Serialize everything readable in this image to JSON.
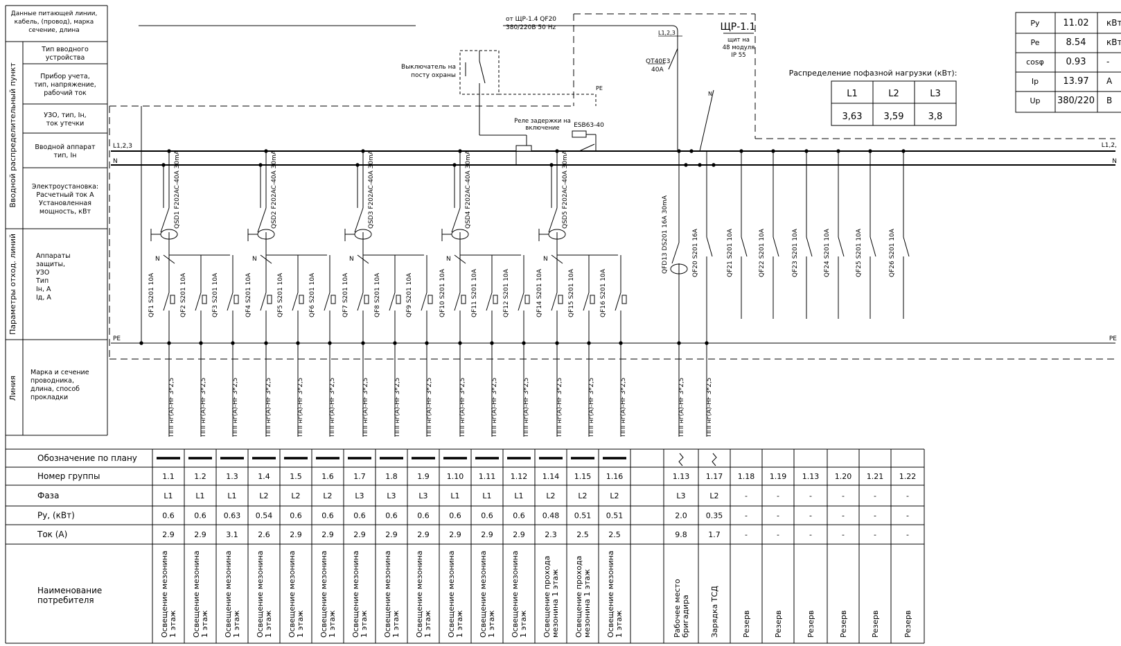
{
  "left_panel": {
    "supply": "Данные питающей линии, кабель, (провод), марка сечение, длина",
    "section_vrp": "Вводной распределительный пункт",
    "section_params": "Параметры отход. линий",
    "section_line": "Линия",
    "rows": [
      "Тип вводного устройства",
      "Прибор учета, тип, напряжение, рабочий ток",
      "УЗО, тип, Iн, ток утечки",
      "Вводной аппарат тип, Iн",
      "Электроустановка: Расчетный ток А Установленная мощность, кВт"
    ],
    "protection": [
      "Аппараты",
      "защиты,",
      "УЗО",
      "Тип",
      "Iн, А",
      "Iд, А"
    ],
    "cable": [
      "Марка и сечение",
      "проводника,",
      "длина, способ",
      "прокладки"
    ]
  },
  "feed": {
    "line1": "от ЩР-1.4 QF20",
    "line2": "380/220В 50 Hz"
  },
  "panel": {
    "title": "ЩР-1.1",
    "sub": [
      "щит на",
      "48 модуля",
      "IP 55"
    ]
  },
  "guard_switch": [
    "Выключатель на",
    "посту охраны"
  ],
  "relay": [
    "Реле задержки на",
    "включение"
  ],
  "relay_model": "ESB63-40",
  "main_switch": [
    "OT40E3",
    "40A"
  ],
  "bus": {
    "l": "L1,2,3",
    "n": "N",
    "pe": "PE",
    "l_right": "L1,2,",
    "n_right": "N",
    "pe_right": "PE"
  },
  "markers": {
    "l123": "L1,2,3",
    "pe": "PE",
    "n": "N",
    "n_small": "N"
  },
  "phase_dist": {
    "title": "Распределение пофазной нагрузки (кВт):",
    "headers": [
      "L1",
      "L2",
      "L3"
    ],
    "values": [
      "3,63",
      "3,59",
      "3,8"
    ]
  },
  "summary": [
    {
      "k": "Py",
      "v": "11.02",
      "u": "кВт"
    },
    {
      "k": "Pe",
      "v": "8.54",
      "u": "кВт"
    },
    {
      "k": "cosφ",
      "v": "0.93",
      "u": "-"
    },
    {
      "k": "Ip",
      "v": "13.97",
      "u": "А"
    },
    {
      "k": "Up",
      "v": "380/220",
      "u": "В"
    }
  ],
  "rcd": [
    "QSD1 F202AC-40A 30mA",
    "QSD2 F202AC-40A 30mA",
    "QSD3 F202AC-40A 30mA",
    "QSD4 F202AC-40A 30mA",
    "QSD5 F202AC-40A 30mA"
  ],
  "rcbo": "QFD13 DS201 16A 30mA",
  "breakers": [
    "QF1 S201 10A",
    "QF2 S201 10A",
    "QF3 S201 10A",
    "QF4 S201 10A",
    "QF5 S201 10A",
    "QF6 S201 10A",
    "QF7 S201 10A",
    "QF8 S201 10A",
    "QF9 S201 10A",
    "QF10 S201 10A",
    "QF11 S201 10A",
    "QF12 S201 10A",
    "QF14 S201 10A",
    "QF15 S201 10A",
    "QF16 S201 10A"
  ],
  "extra_breakers": [
    "QF20 S201 16A",
    "QF21 S201 10A",
    "QF22 S201 10A",
    "QF23 S201 10A",
    "QF24 S201 10A",
    "QF25 S201 10A",
    "QF26 S201 10A"
  ],
  "cable_label": "ППГнг(А)-HF 3*2,5",
  "table": {
    "row_labels": [
      "Обозначение по плану",
      "Номер группы",
      "Фаза",
      "Py, (кВт)",
      "Ток (А)",
      "Наименование потребителя"
    ],
    "groups": [
      "1.1",
      "1.2",
      "1.3",
      "1.4",
      "1.5",
      "1.6",
      "1.7",
      "1.8",
      "1.9",
      "1.10",
      "1.11",
      "1.12",
      "1.14",
      "1.15",
      "1.16",
      "",
      "1.13",
      "1.17",
      "1.18",
      "1.19",
      "1.13",
      "1.20",
      "1.21",
      "1.22"
    ],
    "phases": [
      "L1",
      "L1",
      "L1",
      "L2",
      "L2",
      "L2",
      "L3",
      "L3",
      "L3",
      "L1",
      "L1",
      "L1",
      "L2",
      "L2",
      "L2",
      "",
      "L3",
      "L2",
      "-",
      "-",
      "-",
      "-",
      "-",
      "-"
    ],
    "py": [
      "0.6",
      "0.6",
      "0.63",
      "0.54",
      "0.6",
      "0.6",
      "0.6",
      "0.6",
      "0.6",
      "0.6",
      "0.6",
      "0.6",
      "0.48",
      "0.51",
      "0.51",
      "",
      "2.0",
      "0.35",
      "-",
      "-",
      "-",
      "-",
      "-",
      "-"
    ],
    "current": [
      "2.9",
      "2.9",
      "3.1",
      "2.6",
      "2.9",
      "2.9",
      "2.9",
      "2.9",
      "2.9",
      "2.9",
      "2.9",
      "2.9",
      "2.3",
      "2.5",
      "2.5",
      "",
      "9.8",
      "1.7",
      "-",
      "-",
      "-",
      "-",
      "-",
      "-"
    ],
    "names": [
      [
        "Освещение мезонина",
        "1 этаж"
      ],
      [
        "Освещение мезонина",
        "1 этаж"
      ],
      [
        "Освещение мезонина",
        "1 этаж"
      ],
      [
        "Освещение мезонина",
        "1 этаж"
      ],
      [
        "Освещение мезонина",
        "1 этаж"
      ],
      [
        "Освещение мезонина",
        "1 этаж"
      ],
      [
        "Освещение мезонина",
        "1 этаж"
      ],
      [
        "Освещение мезонина",
        "1 этаж"
      ],
      [
        "Освещение мезонина",
        "1 этаж"
      ],
      [
        "Освещение мезонина",
        "1 этаж"
      ],
      [
        "Освещение мезонина",
        "1 этаж"
      ],
      [
        "Освещение мезонина",
        "1 этаж"
      ],
      [
        "Освещение прохода",
        "мезонина 1 этаж"
      ],
      [
        "Освещение прохода",
        "мезонина 1 этаж"
      ],
      [
        "Освещение мезонина",
        "1 этаж"
      ],
      [],
      [
        "Рабочее место",
        "бригадира"
      ],
      [
        "Зарядка ТСД"
      ],
      [
        "Резерв"
      ],
      [
        "Резерв"
      ],
      [
        "Резерв"
      ],
      [
        "Резерв"
      ],
      [
        "Резерв"
      ],
      [
        "Резерв"
      ]
    ]
  }
}
